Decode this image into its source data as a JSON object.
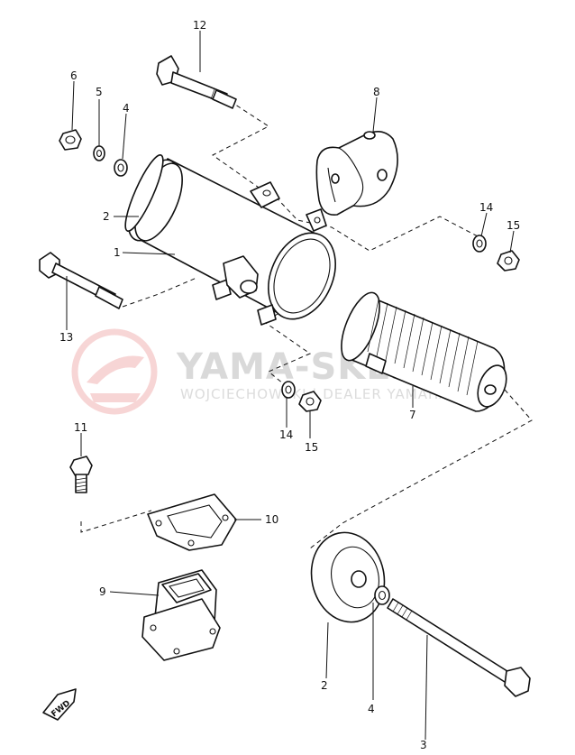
{
  "watermark": {
    "brand": "YAMA-SKLEP",
    "tagline": "WOJCIECHOWSKI | DEALER YAMAHA",
    "color": "#e36a6a"
  },
  "callouts": {
    "c12": "12",
    "c6": "6",
    "c5a": "5",
    "c4a": "4",
    "c8": "8",
    "c2a": "2",
    "c1": "1",
    "c14a": "14",
    "c15a": "15",
    "c13": "13",
    "c7": "7",
    "c14b": "14",
    "c15b": "15",
    "c11": "11",
    "c10": "10",
    "c9": "9",
    "c2b": "2",
    "c4b": "4",
    "c3": "3"
  },
  "direction_marker": "FWD"
}
